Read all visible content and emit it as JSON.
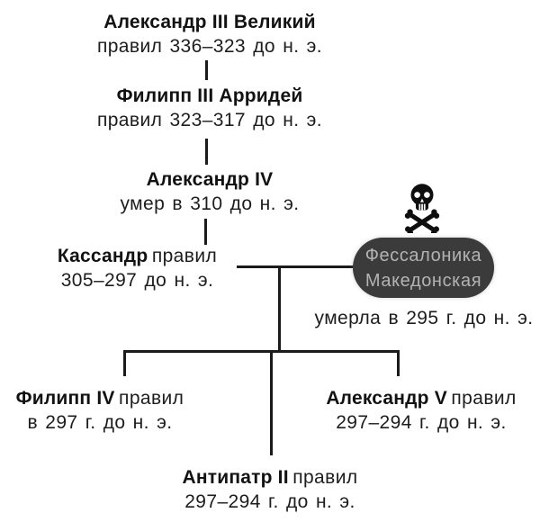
{
  "figure": {
    "kind": "family-tree",
    "background": "#ffffff",
    "line_color": "#1b1b1b",
    "text_color": "#161616"
  },
  "ancestors": [
    {
      "name": "Александр III Великий",
      "detail": "правил 336–323 до н. э."
    },
    {
      "name": "Филипп III Арридей",
      "detail": "правил 323–317 до н. э."
    },
    {
      "name": "Александр IV",
      "detail": "умер в 310 до н. э."
    }
  ],
  "cassander": {
    "name": "Кассандр",
    "title": "правил",
    "detail": "305–297 до н. э."
  },
  "spouse": {
    "name_line1": "Фессалоника",
    "name_line2": "Македонская",
    "death_note": "умерла в 295 г. до н. э.",
    "box_bg": "#3b3b3b",
    "box_text_color": "#b3b3b3",
    "icon": "skull-and-crossbones"
  },
  "children": [
    {
      "name": "Филипп IV",
      "title": "правил",
      "detail": "в 297 г. до н. э."
    },
    {
      "name": "Александр V",
      "title": "правил",
      "detail": "297–294 г. до н. э."
    },
    {
      "name": "Антипатр II",
      "title": "правил",
      "detail": "297–294 г. до н. э."
    }
  ]
}
